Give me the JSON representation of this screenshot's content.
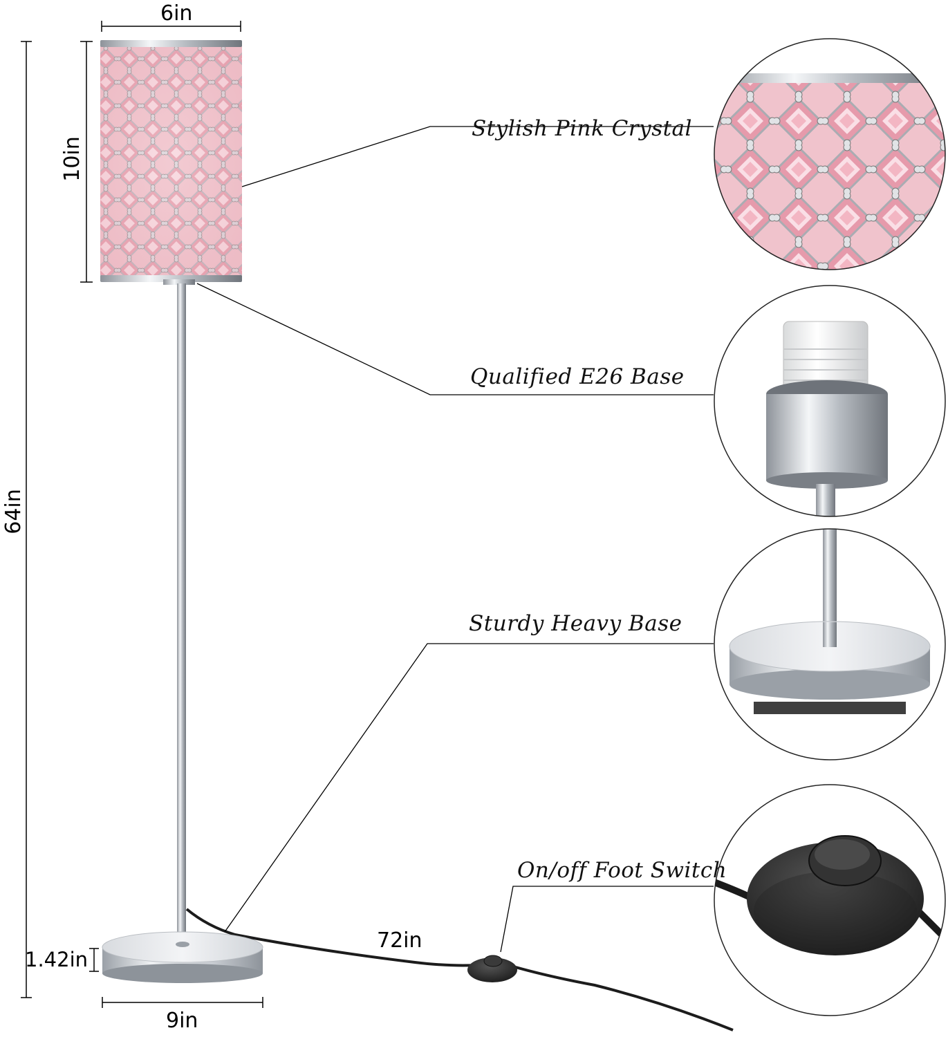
{
  "dimensions": {
    "shade_width": "6in",
    "shade_height": "10in",
    "total_height": "64in",
    "base_height": "1.42in",
    "base_width": "9in",
    "cord_length": "72in"
  },
  "callouts": {
    "crystal": "Stylish Pink Crystal",
    "socket": "Qualified E26 Base",
    "base": "Sturdy Heavy Base",
    "switch": "On/off Foot Switch"
  },
  "colors": {
    "crystal_pink": "#e8a7b3",
    "chrome": "#c9cdd2",
    "switch_black": "#2b2b2b"
  }
}
